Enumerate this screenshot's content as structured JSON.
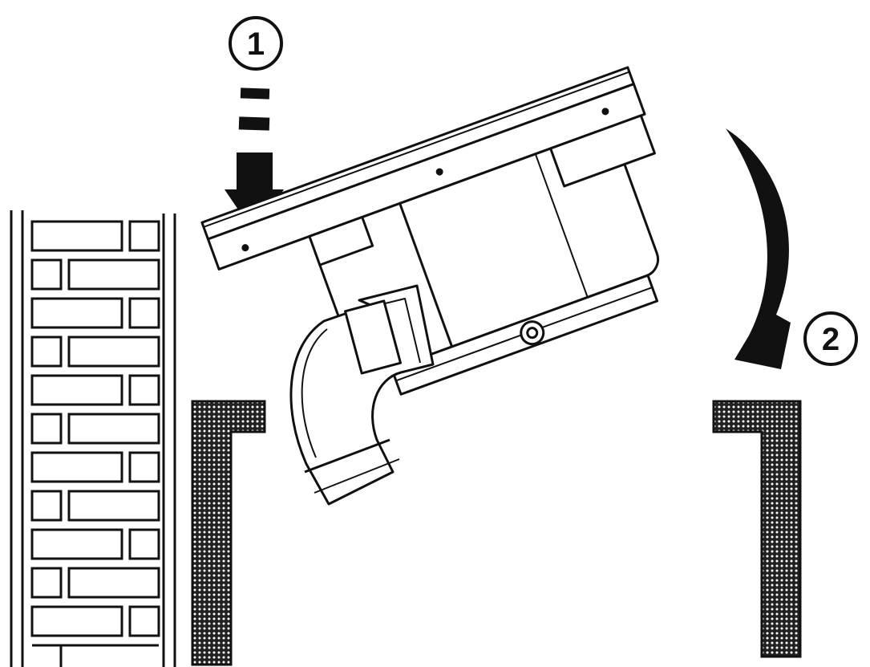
{
  "steps": [
    {
      "number": "1",
      "action": "insert-down"
    },
    {
      "number": "2",
      "action": "rotate-down"
    }
  ],
  "colors": {
    "line": "#111111",
    "fill": "#ffffff",
    "hatch": "#1a1a1a"
  }
}
